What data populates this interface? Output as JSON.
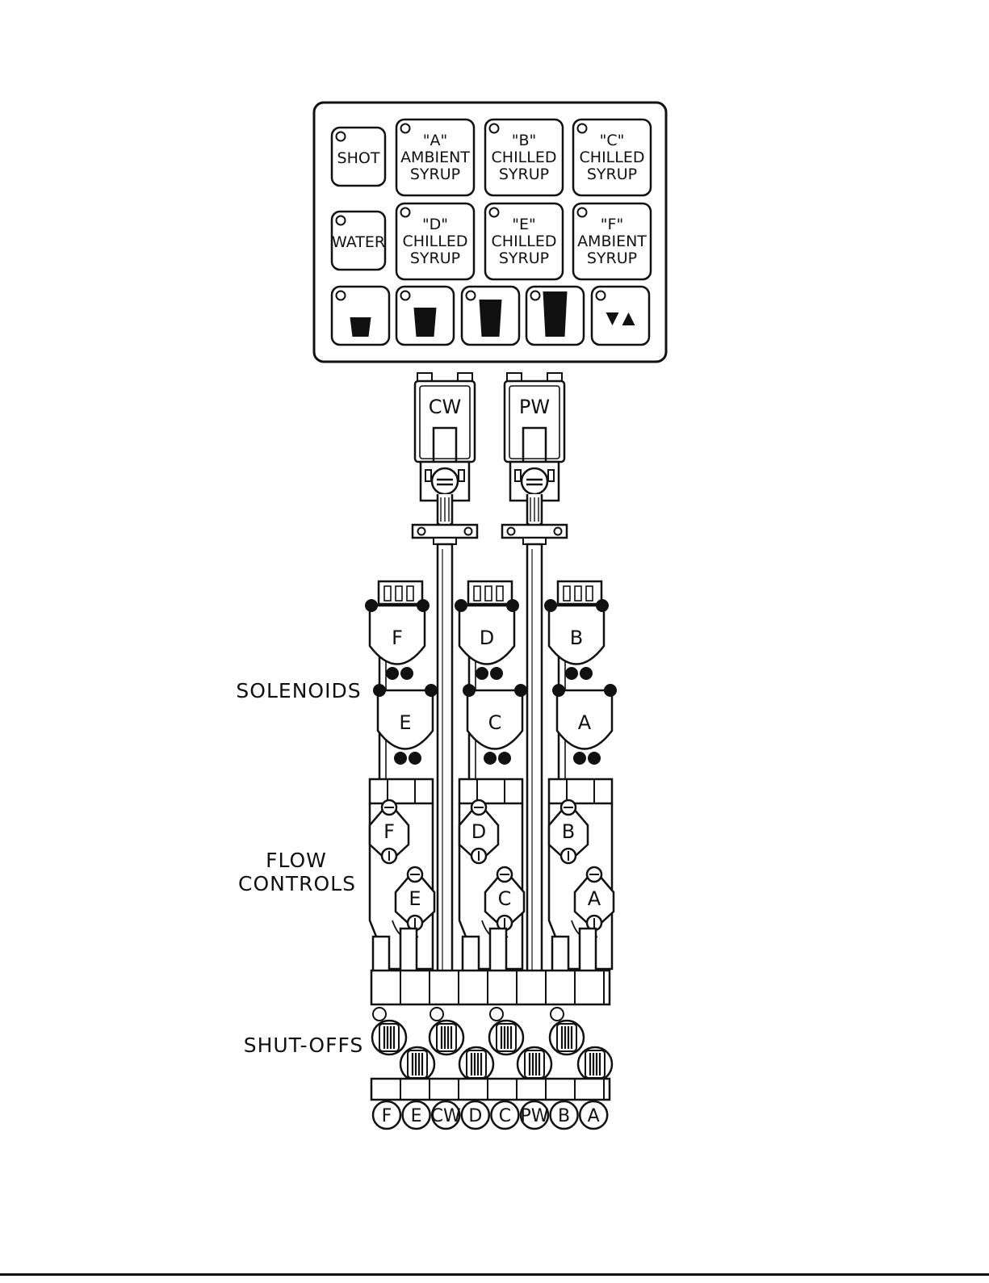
{
  "keypad": {
    "rows": [
      [
        {
          "id": "shot",
          "lines": [
            "SHOT"
          ]
        },
        {
          "id": "a",
          "lines": [
            "\"A\"",
            "AMBIENT",
            "SYRUP"
          ]
        },
        {
          "id": "b",
          "lines": [
            "\"B\"",
            "CHILLED",
            "SYRUP"
          ]
        },
        {
          "id": "c",
          "lines": [
            "\"C\"",
            "CHILLED",
            "SYRUP"
          ]
        }
      ],
      [
        {
          "id": "water",
          "lines": [
            "WATER"
          ]
        },
        {
          "id": "d",
          "lines": [
            "\"D\"",
            "CHILLED",
            "SYRUP"
          ]
        },
        {
          "id": "e",
          "lines": [
            "\"E\"",
            "CHILLED",
            "SYRUP"
          ]
        },
        {
          "id": "f",
          "lines": [
            "\"F\"",
            "AMBIENT",
            "SYRUP"
          ]
        }
      ]
    ],
    "cup_buttons": [
      "small-cup-icon",
      "medium-cup-icon",
      "large-cup-icon",
      "xlarge-cup-icon"
    ],
    "adjust_button": "down-up-arrows-icon"
  },
  "water_valves": [
    "CW",
    "PW"
  ],
  "labels": {
    "solenoids": "SOLENOIDS",
    "flow_controls": [
      "FLOW",
      "CONTROLS"
    ],
    "shut_offs": "SHUT-OFFS"
  },
  "solenoids": {
    "upper": [
      "F",
      "D",
      "B"
    ],
    "lower": [
      "E",
      "C",
      "A"
    ]
  },
  "flow_controls": {
    "upper": [
      "F",
      "D",
      "B"
    ],
    "lower": [
      "E",
      "C",
      "A"
    ]
  },
  "ports": [
    "F",
    "E",
    "CW",
    "D",
    "C",
    "PW",
    "B",
    "A"
  ]
}
